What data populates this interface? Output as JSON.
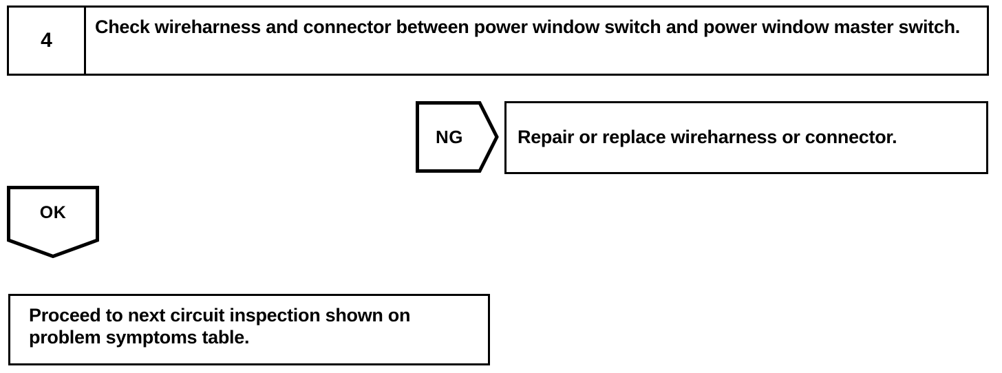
{
  "diagram": {
    "type": "troubleshooting-flowchart",
    "step": {
      "number": "4",
      "instruction": "Check wireharness and connector between power window switch and power window master switch."
    },
    "branches": {
      "ng": {
        "label": "NG",
        "result": "Repair or replace wireharness or connector."
      },
      "ok": {
        "label": "OK",
        "result": "Proceed to next circuit inspection shown on problem symptoms table."
      }
    },
    "colors": {
      "stroke": "#000000",
      "background": "#ffffff",
      "text": "#000000"
    }
  }
}
